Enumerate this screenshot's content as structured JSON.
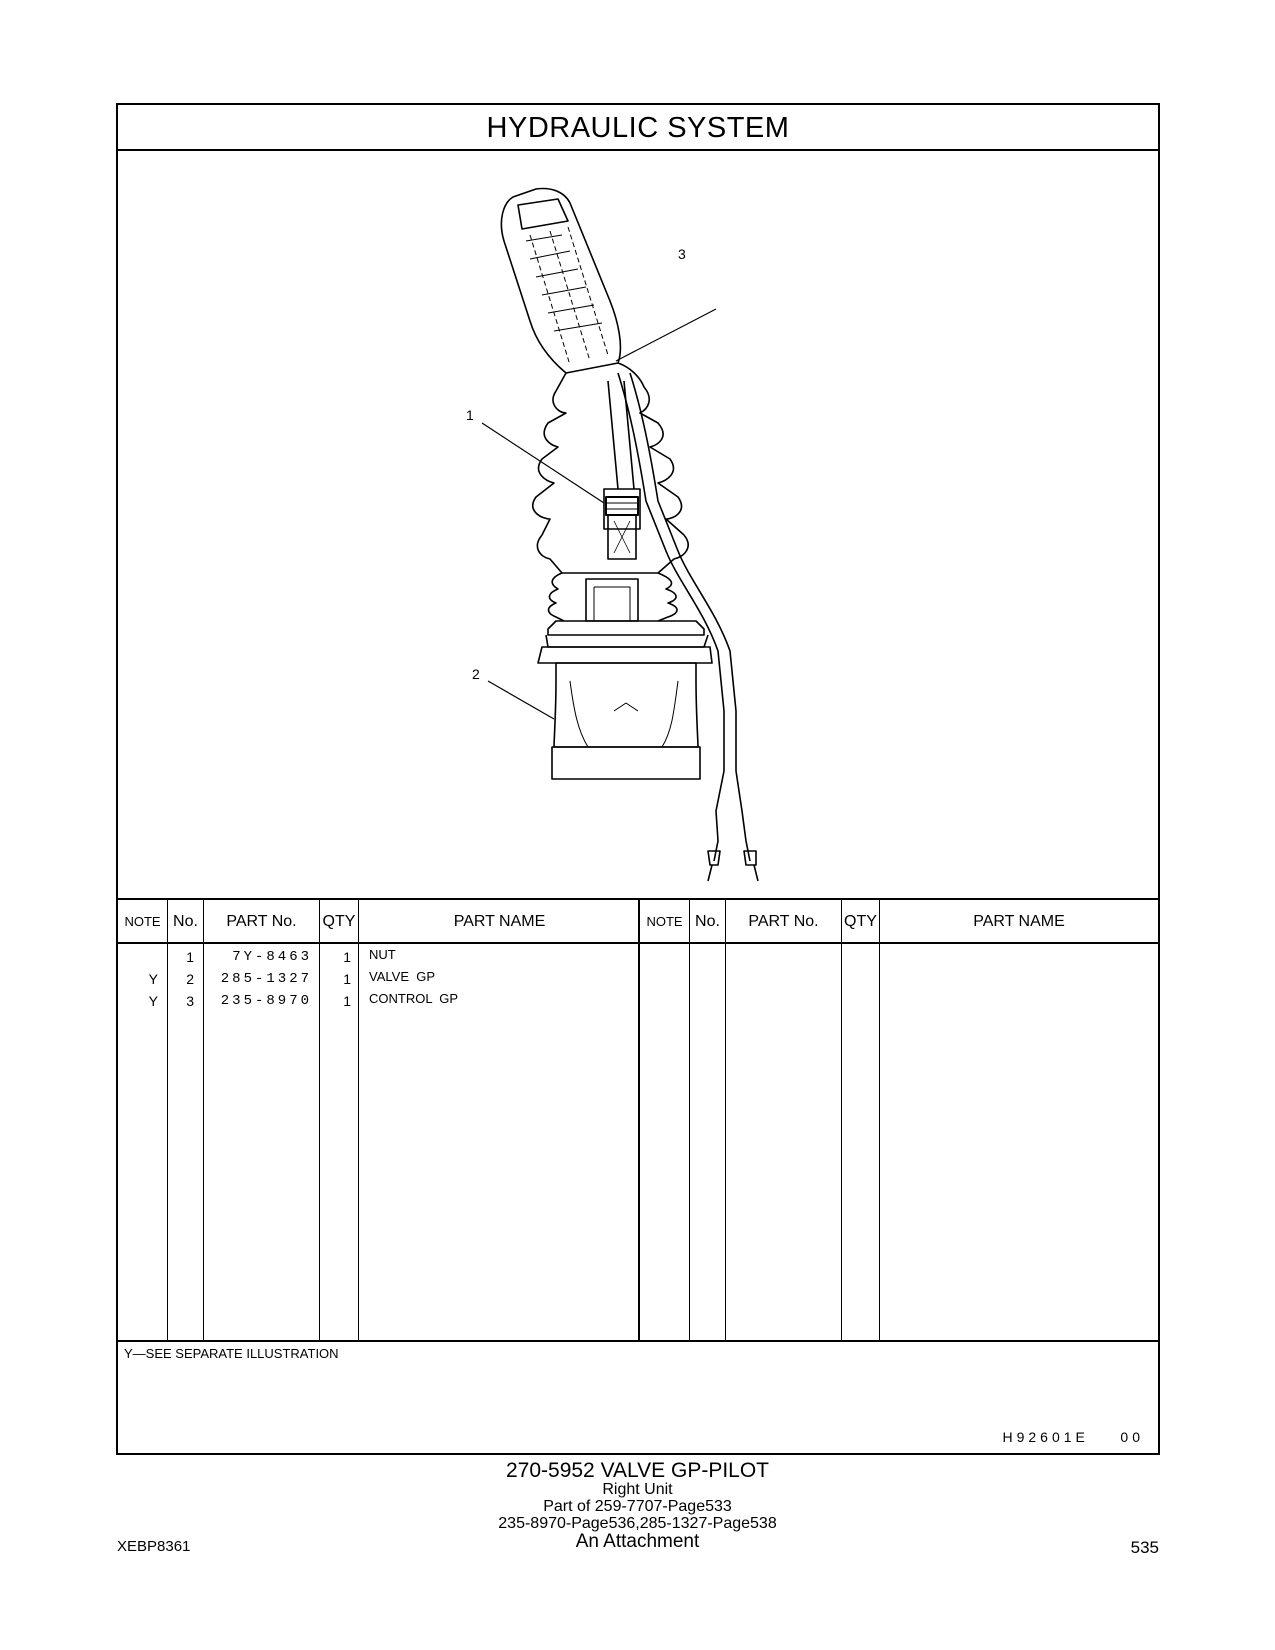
{
  "section_title": "HYDRAULIC   SYSTEM",
  "callouts": {
    "c1": "1",
    "c2": "2",
    "c3": "3"
  },
  "headers": {
    "note": "NOTE",
    "no": "No.",
    "part_no": "PART No.",
    "qty": "QTY",
    "part_name": "PART NAME"
  },
  "parts": [
    {
      "note": "",
      "no": "1",
      "part_no": "7Y-8463",
      "qty": "1",
      "part_name": "NUT"
    },
    {
      "note": "Y",
      "no": "2",
      "part_no": "285-1327",
      "qty": "1",
      "part_name": "VALVE  GP"
    },
    {
      "note": "Y",
      "no": "3",
      "part_no": "235-8970",
      "qty": "1",
      "part_name": "CONTROL  GP"
    }
  ],
  "footnote": "Y—SEE  SEPARATE  ILLUSTRATION",
  "illustration_code": "H92601E    00",
  "caption": {
    "main": "270-5952   VALVE  GP-PILOT",
    "line2": "Right  Unit",
    "line3": "Part of 259-7707-Page533",
    "line4": "235-8970-Page536,285-1327-Page538",
    "line5": "An Attachment"
  },
  "footer": {
    "doc_id": "XEBP8361",
    "page_number": "535"
  }
}
